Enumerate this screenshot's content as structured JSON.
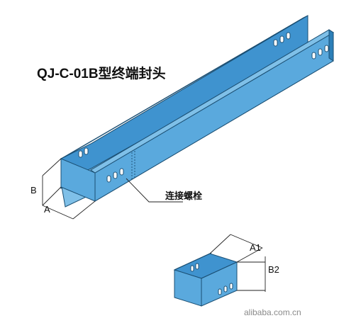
{
  "title": "QJ-C-01B型终端封头",
  "labels": {
    "dim_a": "A",
    "dim_b": "B",
    "dim_a1": "A1",
    "dim_b2": "B2",
    "bolt": "连接螺栓"
  },
  "watermark": "alibaba.com.cn",
  "colors": {
    "tray_front": "#5aa9dd",
    "tray_side": "#3f93cf",
    "tray_top": "#7fc0e8",
    "tray_dark": "#2c7fb8",
    "outline": "#1b4f73",
    "slot": "#ffffff",
    "line": "#222222"
  }
}
